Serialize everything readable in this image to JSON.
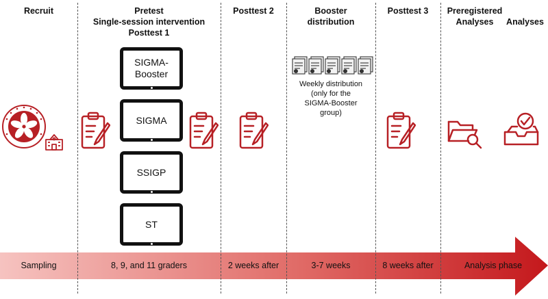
{
  "headers": {
    "recruit": "Recruit",
    "pretest_l1": "Pretest",
    "pretest_l2": "Single-session intervention",
    "pretest_l3": "Posttest 1",
    "posttest2": "Posttest 2",
    "booster_l1": "Booster",
    "booster_l2": "distribution",
    "posttest3": "Posttest 3",
    "prereg_l1": "Preregistered",
    "prereg_l2": "Analyses",
    "analyses": "Analyses"
  },
  "conditions": {
    "sigma_booster_l1": "SIGMA-",
    "sigma_booster_l2": "Booster",
    "sigma": "SIGMA",
    "ssigp": "SSIGP",
    "st": "ST"
  },
  "booster_note": {
    "l1": "Weekly distribution",
    "l2": "(only for the",
    "l3": "SIGMA-Booster",
    "l4": "group)"
  },
  "timeline": {
    "sampling": "Sampling",
    "graders": "8, 9, and 11 graders",
    "two_weeks": "2 weeks after",
    "three_seven": "3-7 weeks",
    "eight_weeks": "8 weeks after",
    "analysis": "Analysis phase"
  },
  "colors": {
    "accent": "#b72025",
    "text": "#111111"
  },
  "icons": [
    "hong-kong-emblem-icon",
    "school-icon",
    "clipboard-pencil-icon",
    "document-stack-icon",
    "folder-search-icon",
    "inbox-check-icon"
  ]
}
